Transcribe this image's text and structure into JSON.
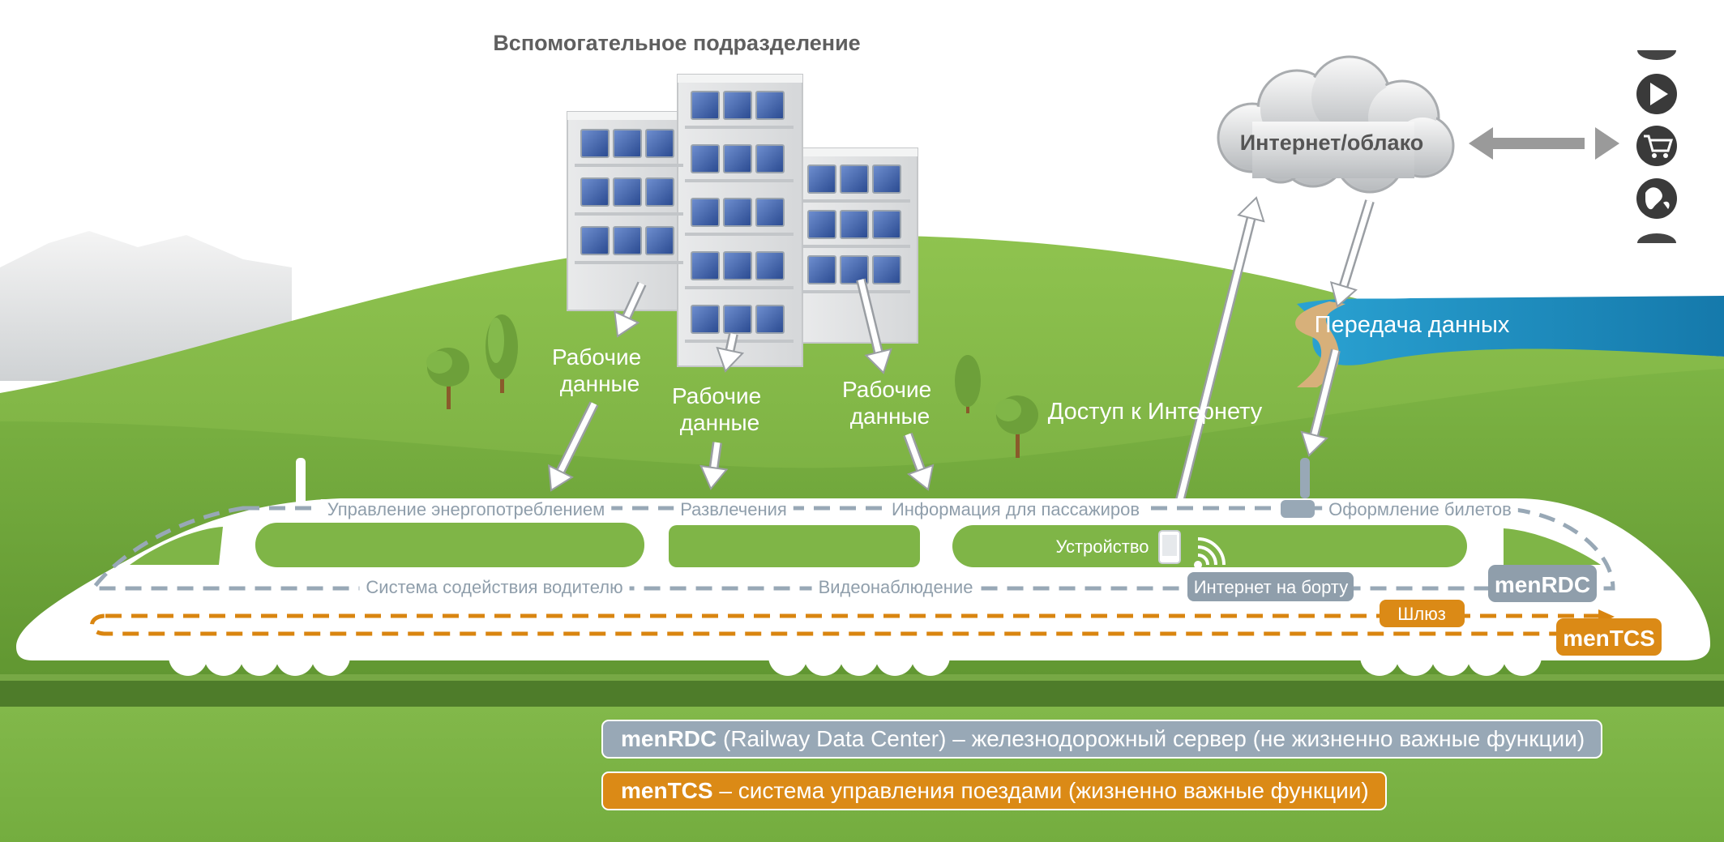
{
  "title": "Вспомогательное подразделение",
  "cloud_label": "Интернет/облако",
  "labels": {
    "working_data_1": [
      "Рабочие",
      "данные"
    ],
    "working_data_2": [
      "Рабочие",
      "данные"
    ],
    "working_data_3": [
      "Рабочие",
      "данные"
    ],
    "internet_access": "Доступ к Интернету",
    "data_transfer": "Передача данных"
  },
  "train": {
    "upper_line": [
      "Управление энергопотреблением",
      "Развлечения",
      "Информация для пассажиров",
      "Оформление билетов"
    ],
    "lower_line": [
      "Система содействия водителю",
      "Видеонаблюдение"
    ],
    "device": "Устройство",
    "onboard_internet": "Интернет на борту",
    "gateway": "Шлюз",
    "menrdc": "menRDC",
    "mentcs": "menTCS"
  },
  "legend": {
    "rdc_bold": "menRDC",
    "rdc_text": " (Railway Data Center) – железнодорожный сервер (не жизненно важные функции)",
    "tcs_bold": "menTCS",
    "tcs_text": " – система управления поездами (жизненно важные функции)"
  },
  "side_icons": [
    "play-icon",
    "cart-icon",
    "globe-icon"
  ],
  "colors": {
    "grey_badge": "#8f9eab",
    "orange_badge": "#db8a16",
    "dashed_grey": "#98a8b6",
    "dashed_orange": "#d98510",
    "grass": "#7fb547",
    "water": "#1a8ec2",
    "window_blue": "#3a5fa8"
  }
}
